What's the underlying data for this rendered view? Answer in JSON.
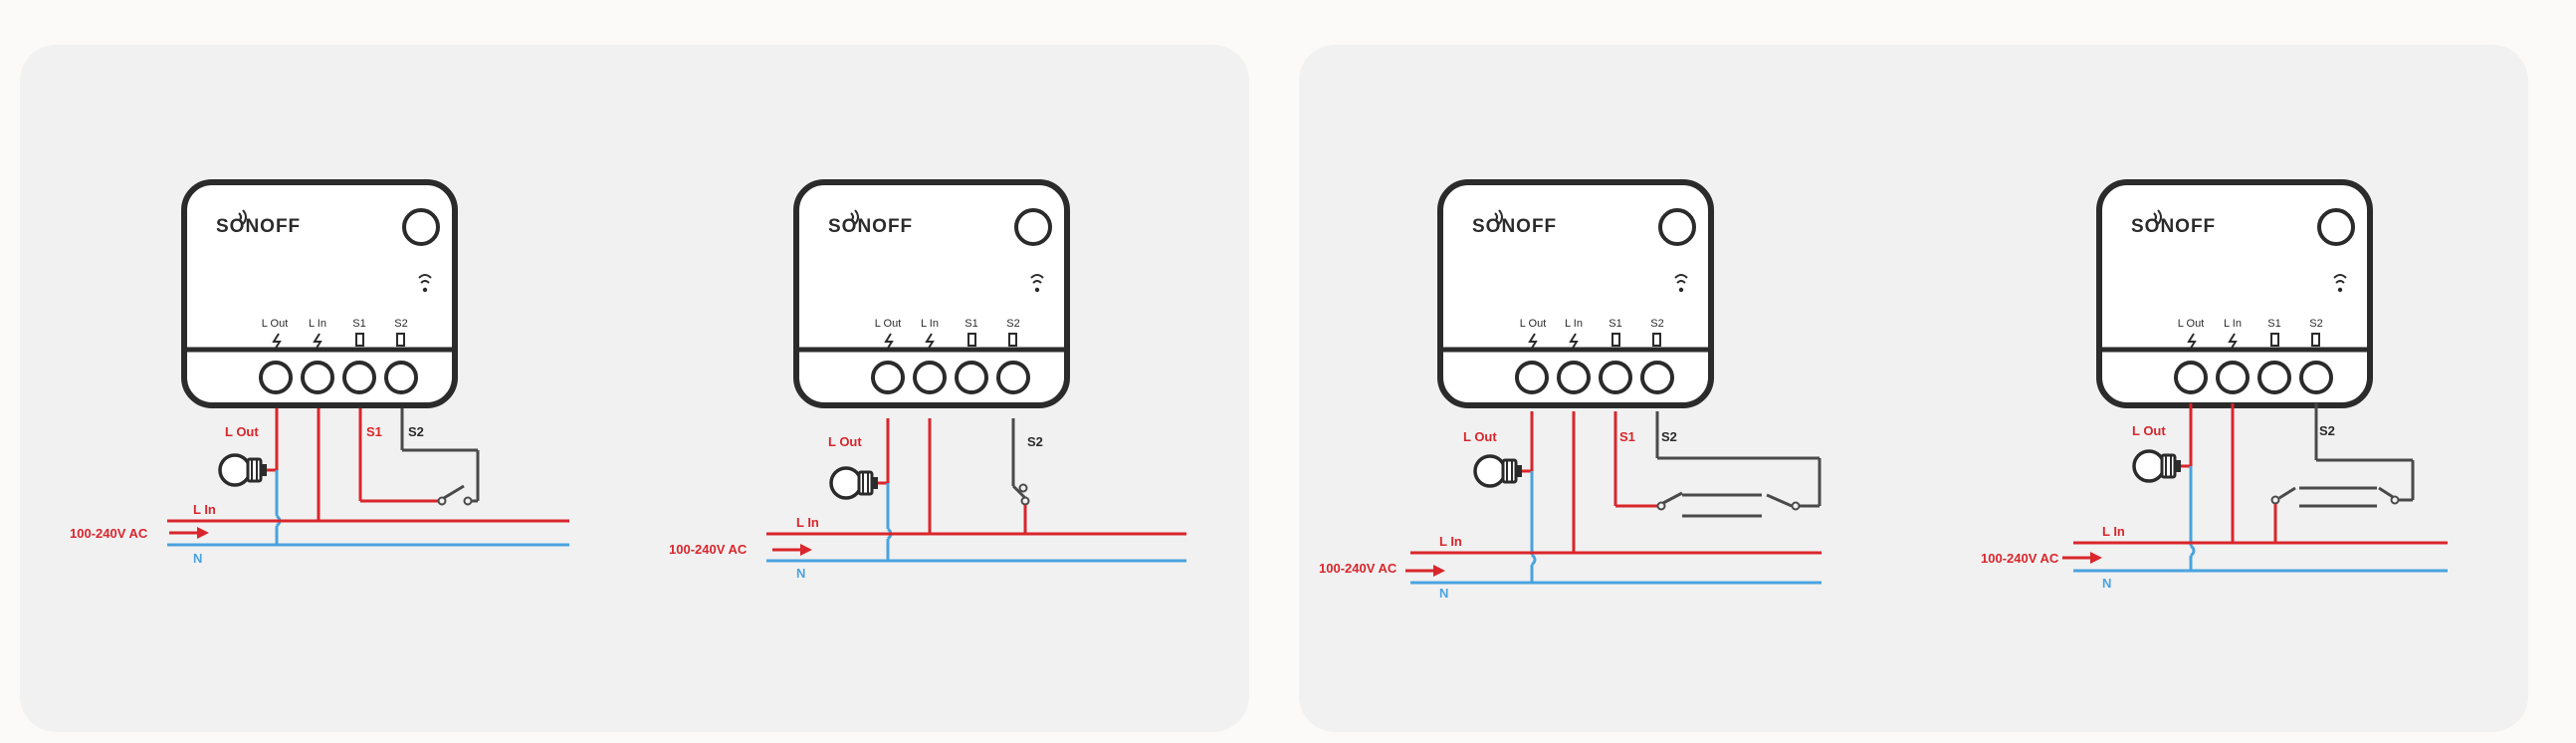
{
  "brand": "SONOFF",
  "terminals": {
    "l_out": "L Out",
    "l_in": "L In",
    "s1": "S1",
    "s2": "S2"
  },
  "wires": {
    "l_out": "L Out",
    "l_in": "L In",
    "n": "N",
    "s1": "S1",
    "s2": "S2"
  },
  "voltage": "100-240V AC",
  "colors": {
    "live": "#d9262c",
    "neutral": "#4aa3df",
    "outline": "#2b2b2b",
    "switch_wire": "#4a4a4a"
  }
}
